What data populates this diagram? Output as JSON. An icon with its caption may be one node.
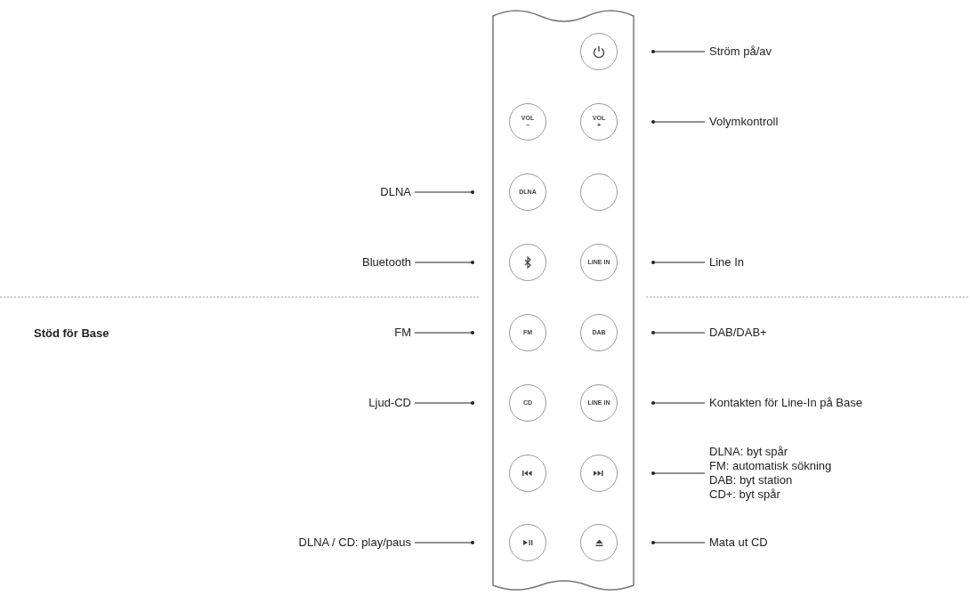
{
  "diagram": {
    "nodes": [
      {
        "text": [],
        "shape": "box"
      },
      {
        "text": [],
        "shape": "circle",
        "in": 0
      },
      {
        "text": [
          "VOL",
          "−"
        ],
        "in": 0
      },
      {
        "text": [
          "VOL",
          "+"
        ],
        "in": 0
      },
      {
        "text": [
          "DLNA"
        ],
        "in": 0
      },
      {
        "text": [],
        "shape": "circle",
        "in": 0
      },
      {
        "text": [],
        "shape": "circle",
        "in": 0
      },
      {
        "text": [
          "LINE IN"
        ],
        "in": 0
      },
      {
        "text": [
          "FM"
        ],
        "in": 0
      },
      {
        "text": [
          "DAB"
        ],
        "in": 0
      },
      {
        "text": [
          "CD"
        ],
        "in": 0
      },
      {
        "text": [
          "LINE IN"
        ],
        "in": 0
      },
      {
        "text": [],
        "shape": "circle",
        "in": 0
      },
      {
        "text": [],
        "shape": "circle",
        "in": 0
      },
      {
        "text": [],
        "shape": "circle",
        "in": 0
      },
      {
        "text": [],
        "shape": "circle",
        "in": 0
      },
      {
        "text": [
          "Ström på/av"
        ]
      },
      {
        "text": [
          "Volymkontroll"
        ]
      },
      {
        "text": [
          "DLNA"
        ]
      },
      {
        "text": [
          "Bluetooth"
        ]
      },
      {
        "text": [
          "Line In"
        ]
      },
      {
        "text": [
          "FM"
        ]
      },
      {
        "text": [
          "DAB/DAB+"
        ]
      },
      {
        "text": [
          "Ljud-CD"
        ]
      },
      {
        "text": [
          "Kontakten för Line-In på Base"
        ]
      },
      {
        "text": [
          "DLNA: byt spår",
          "FM: automatisk sökning",
          "DAB: byt station",
          "CD+: byt spår"
        ]
      },
      {
        "text": [
          "DLNA / CD: play/paus"
        ]
      },
      {
        "text": [
          "Mata ut CD"
        ]
      }
    ],
    "edges": [
      {
        "from": 16,
        "to": 1,
        "arrow": "other"
      },
      {
        "from": 17,
        "to": 3,
        "arrow": "other"
      },
      {
        "from": 18,
        "to": 4,
        "arrow": "other"
      },
      {
        "from": 19,
        "to": 6,
        "arrow": "other"
      },
      {
        "from": 20,
        "to": 7,
        "arrow": "other"
      },
      {
        "from": 21,
        "to": 8,
        "arrow": "other"
      },
      {
        "from": 22,
        "to": 9,
        "arrow": "other"
      },
      {
        "from": 23,
        "to": 10,
        "arrow": "other"
      },
      {
        "from": 24,
        "to": 11,
        "arrow": "other"
      },
      {
        "from": 25,
        "to": 13,
        "arrow": "other"
      },
      {
        "from": 26,
        "to": 14,
        "arrow": "other"
      },
      {
        "from": 27,
        "to": 15,
        "arrow": "other"
      }
    ],
    "labels": [
      "Stöd för Base"
    ]
  }
}
